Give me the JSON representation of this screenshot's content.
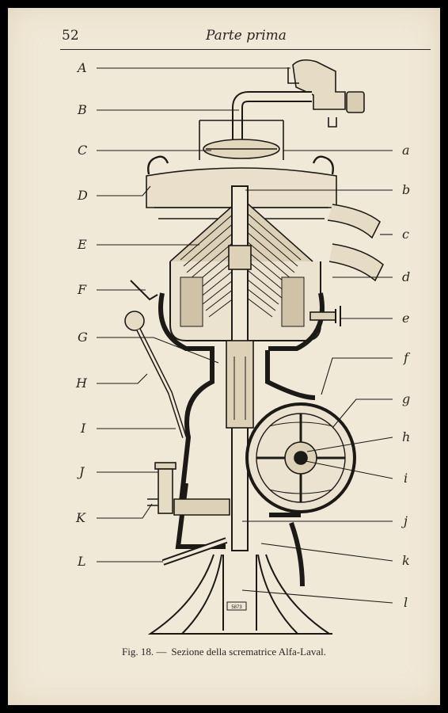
{
  "header": {
    "page_number": "52",
    "section_title": "Parte prima"
  },
  "figure": {
    "left_labels": [
      "A",
      "B",
      "C",
      "D",
      "E",
      "F",
      "G",
      "H",
      "I",
      "J",
      "K",
      "L"
    ],
    "right_labels": [
      "a",
      "b",
      "c",
      "d",
      "e",
      "f",
      "g",
      "h",
      "i",
      "j",
      "k",
      "l"
    ],
    "stamp": "5873"
  },
  "caption": {
    "number": "Fig. 18. —",
    "text": "Sezione della scrematrice Alfa-Laval."
  }
}
